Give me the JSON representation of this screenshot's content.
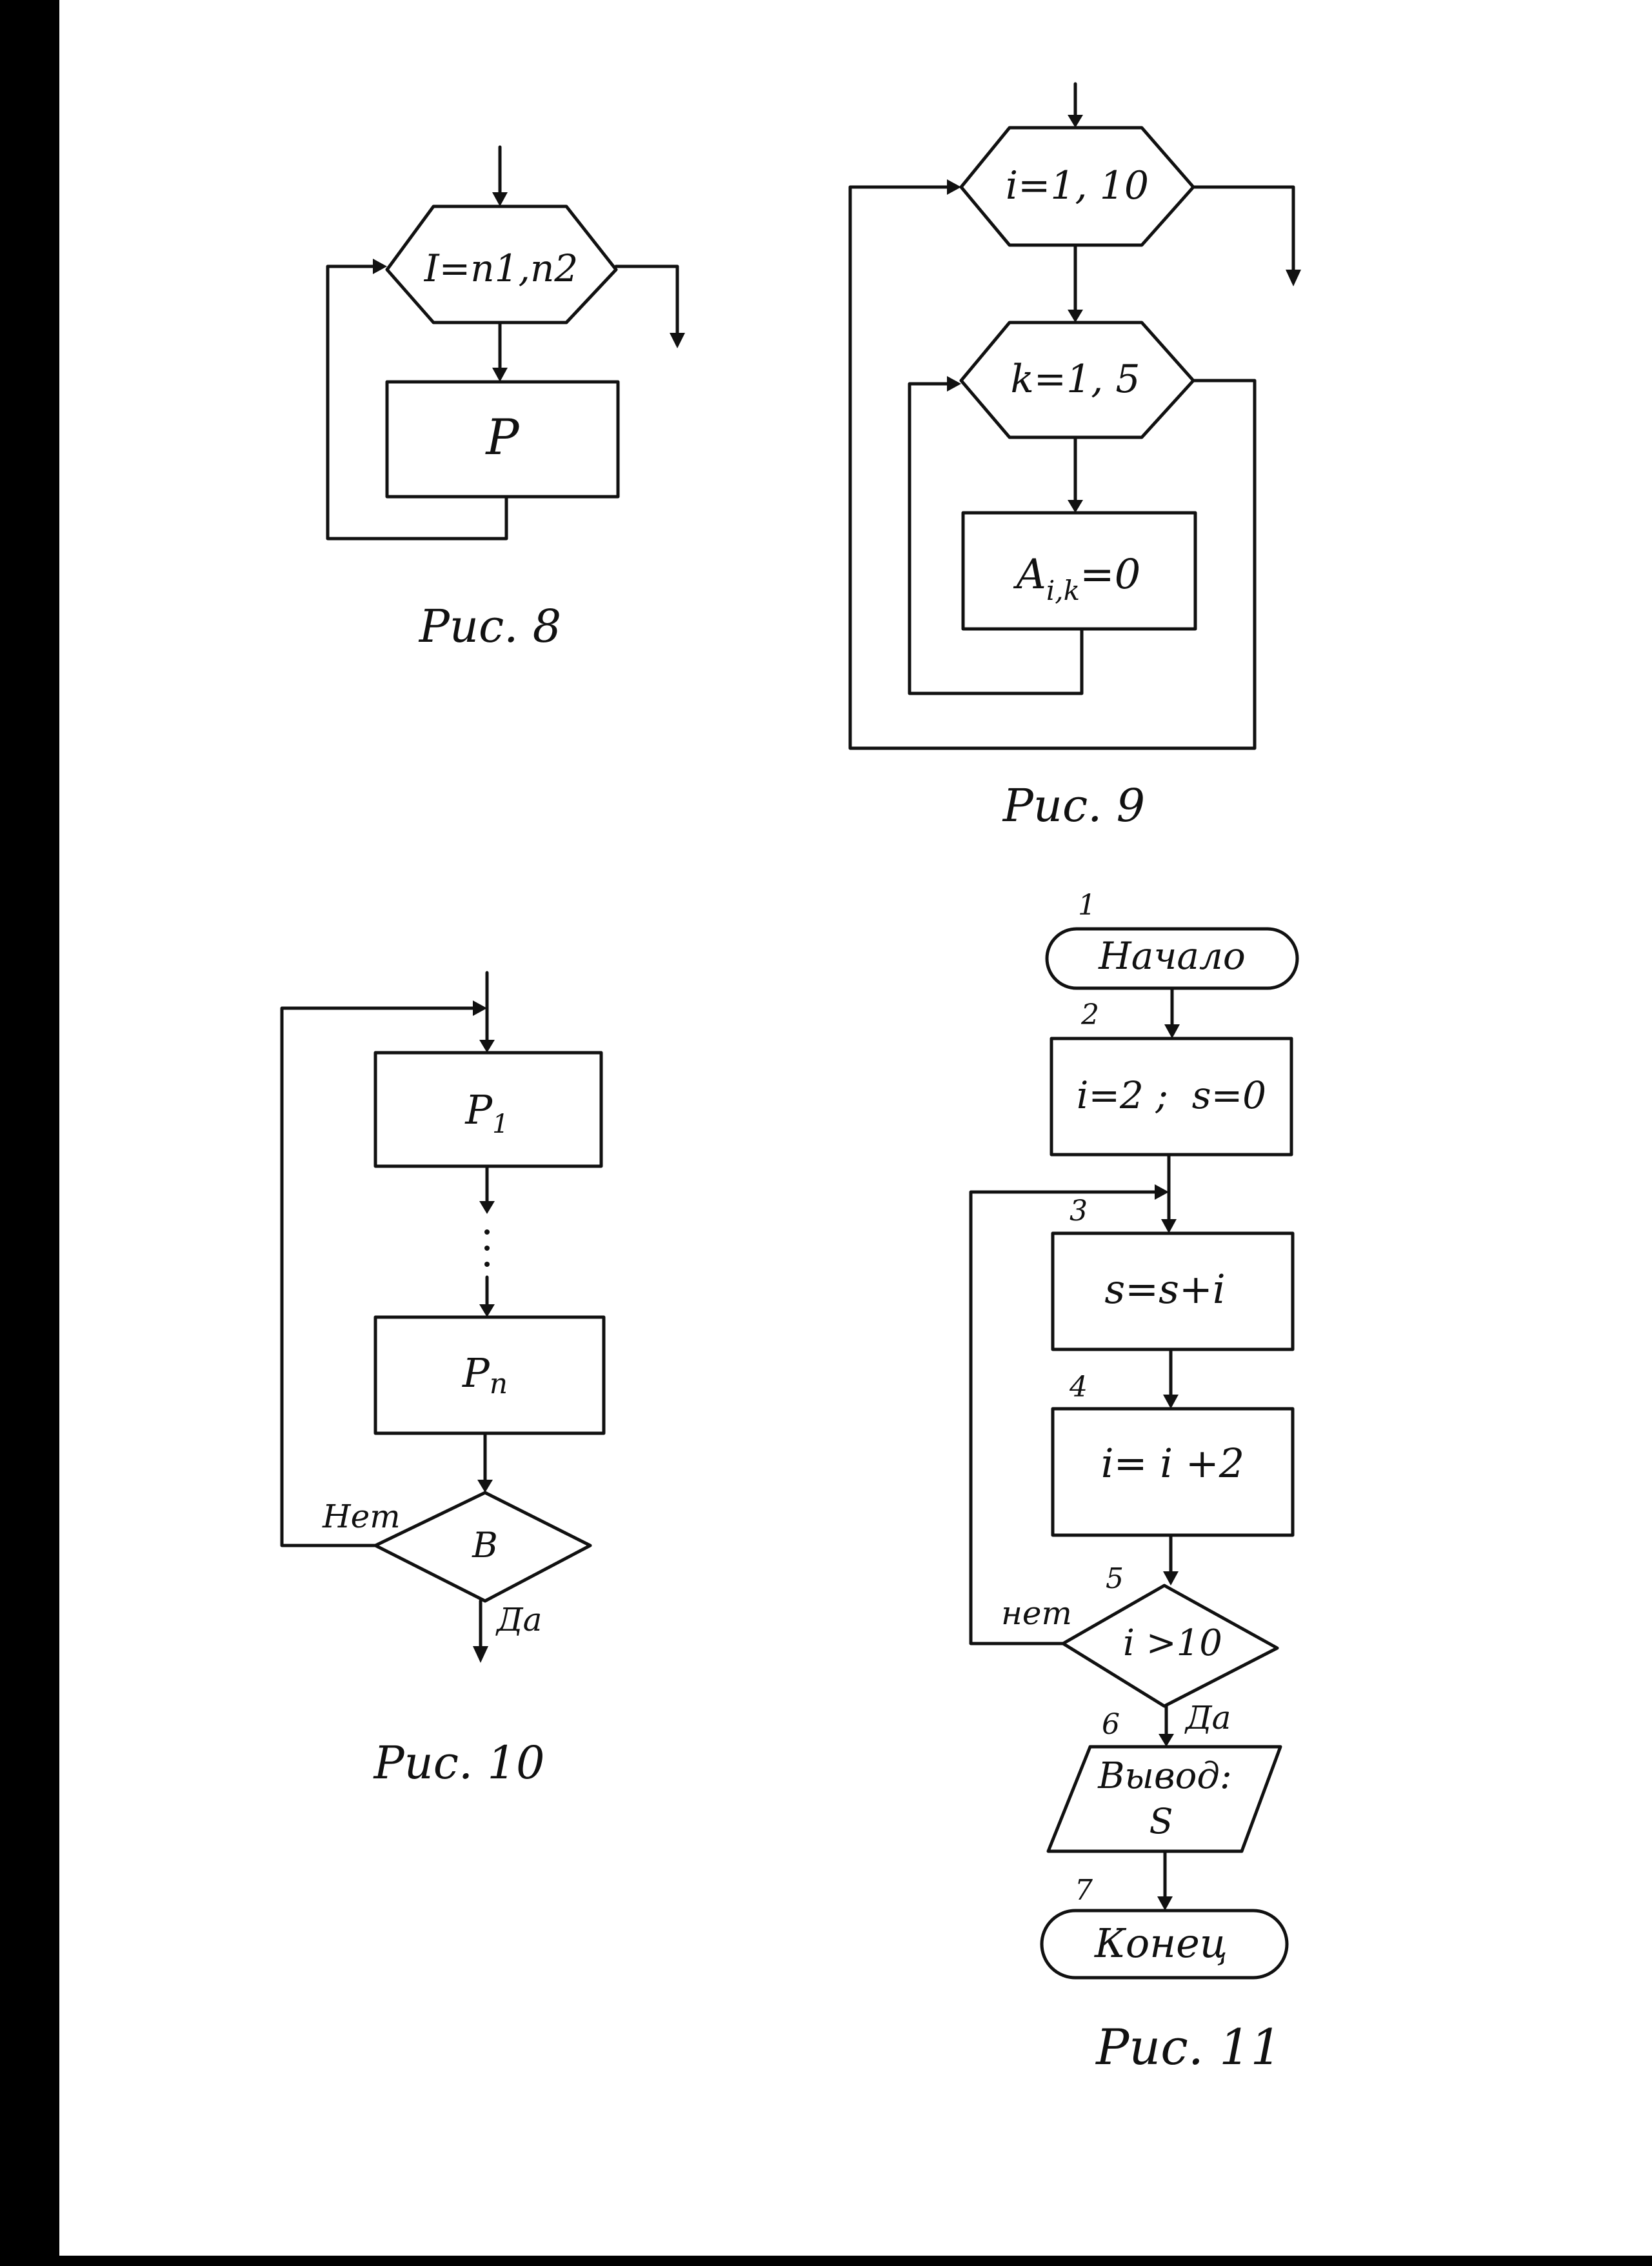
{
  "colors": {
    "ink": "#111111",
    "paper": "#ffffff",
    "margin_band": "#000000"
  },
  "fig8": {
    "loop_label": "I=n1,n2",
    "body_label": "P",
    "caption": "Рис. 8"
  },
  "fig9": {
    "outer_loop_label": "i=1, 10",
    "inner_loop_label": "k=1, 5",
    "body_label": "A",
    "body_subscript": "i,k",
    "body_suffix": "=0",
    "caption": "Рис. 9"
  },
  "fig10": {
    "block1_label": "P",
    "block1_subscript": "1",
    "block2_label": "P",
    "block2_subscript": "n",
    "condition_label": "B",
    "no_label": "Нет",
    "yes_label": "Да",
    "caption": "Рис. 10"
  },
  "fig11": {
    "blocks": [
      {
        "number": "1",
        "label": "Начало"
      },
      {
        "number": "2",
        "label": "i=2 ;  s=0"
      },
      {
        "number": "3",
        "label": "s=s+i"
      },
      {
        "number": "4",
        "label": "i= i +2"
      },
      {
        "number": "5",
        "label": "i >10"
      },
      {
        "number": "6",
        "label": "Вывод:",
        "label2": "S"
      },
      {
        "number": "7",
        "label": "Конец"
      }
    ],
    "no_label": "нет",
    "yes_label": "Да",
    "caption": "Рис. 11"
  }
}
